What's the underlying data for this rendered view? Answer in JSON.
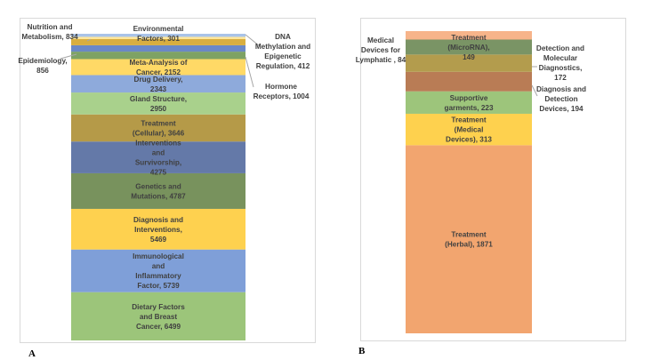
{
  "chart_data": [
    {
      "type": "stacked-bar",
      "panel": "A",
      "categories": [
        "Dietary Factors and Breast Cancer",
        "Immunological and Inflammatory Factor",
        "Diagnosis and Interventions",
        "Genetics and Mutations",
        "Interventions and Survivorship",
        "Treatment (Cellular)",
        "Gland Structure",
        "Drug Delivery",
        "Meta-Analysis of Cancer",
        "Hormone Receptors",
        "Epidemiology",
        "Nutrition and Metabolism",
        "Environmental Factors",
        "DNA Methylation and Epigenetic Regulation"
      ],
      "values": [
        6499,
        5739,
        5469,
        4787,
        4275,
        3646,
        2950,
        2343,
        2152,
        1004,
        856,
        834,
        301,
        412
      ],
      "colors": [
        "#9cc57a",
        "#7f9fd8",
        "#fed14f",
        "#78925d",
        "#6479a8",
        "#b59a48",
        "#a9d18c",
        "#8eaadb",
        "#ffd966",
        "#7ea264",
        "#6a88c6",
        "#d8ae3f",
        "#ffe699",
        "#a9c3e8"
      ],
      "data_labels": [
        [
          "Dietary Factors",
          "and Breast",
          "Cancer, 6499"
        ],
        [
          "Immunological",
          "and",
          "Inflammatory",
          "Factor, 5739"
        ],
        [
          "Diagnosis and",
          "Interventions,",
          "5469"
        ],
        [
          "Genetics and",
          "Mutations, 4787"
        ],
        [
          "Interventions",
          "and",
          "Survivorship,",
          "4275"
        ],
        [
          "Treatment",
          "(Cellular), 3646"
        ],
        [
          "Gland Structure,",
          "2950"
        ],
        [
          "Drug Delivery,",
          "2343"
        ],
        [
          "Meta-Analysis of",
          "Cancer, 2152"
        ],
        [
          "Hormone",
          "Receptors, 1004"
        ],
        [
          "Epidemiology,",
          "856"
        ],
        [
          "Nutrition and",
          "Metabolism, 834"
        ],
        [
          "Environmental",
          "Factors, 301"
        ],
        [
          "DNA",
          "Methylation and",
          "Epigenetic",
          "Regulation, 412"
        ]
      ]
    },
    {
      "type": "stacked-bar",
      "panel": "B",
      "categories": [
        "Treatment (Herbal)",
        "Treatment (Medical Devices)",
        "Supportive garments",
        "Diagnosis and Detection Devices",
        "Detection and Molecular Diagnostics",
        "Treatment (MicroRNA)",
        "Medical Devices for Lymphatic"
      ],
      "values": [
        1871,
        313,
        223,
        194,
        172,
        149,
        84
      ],
      "colors": [
        "#f2a56f",
        "#fed14e",
        "#9dc57b",
        "#b97c55",
        "#b39c4d",
        "#7a9465",
        "#f7b48a"
      ],
      "data_labels": [
        [
          "Treatment",
          "(Herbal), 1871"
        ],
        [
          "Treatment",
          "(Medical",
          "Devices), 313"
        ],
        [
          "Supportive",
          "garments, 223"
        ],
        [
          "Diagnosis and",
          "Detection",
          "Devices, 194"
        ],
        [
          "Detection and",
          "Molecular",
          "Diagnostics,",
          "172"
        ],
        [
          "Treatment",
          "(MicroRNA),",
          "149"
        ],
        [
          "Medical",
          "Devices for",
          "Lymphatic , 84"
        ]
      ]
    }
  ],
  "panel_labels": {
    "a": "A",
    "b": "B"
  }
}
